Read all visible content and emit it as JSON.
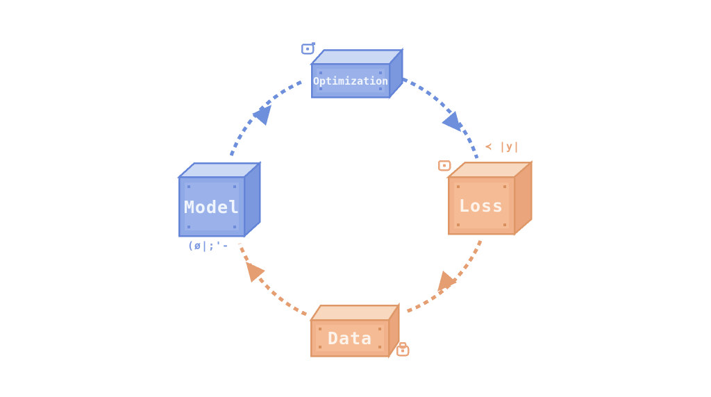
{
  "diagram": {
    "type": "cycle-diagram",
    "background": "#ffffff",
    "nodes": [
      {
        "id": "optimization",
        "label": "Optimization",
        "color_scheme": "blue",
        "position": "top"
      },
      {
        "id": "model",
        "label": "Model",
        "color_scheme": "blue",
        "position": "left"
      },
      {
        "id": "loss",
        "label": "Loss",
        "color_scheme": "orange",
        "position": "right"
      },
      {
        "id": "data",
        "label": "Data",
        "color_scheme": "orange",
        "position": "bottom"
      }
    ],
    "edges": [
      {
        "from": "model",
        "to": "optimization",
        "color_scheme": "blue",
        "style": "dotted-arc",
        "arrow": "up-right"
      },
      {
        "from": "optimization",
        "to": "loss",
        "color_scheme": "blue",
        "style": "dotted-arc",
        "arrow": "down-right"
      },
      {
        "from": "loss",
        "to": "data",
        "color_scheme": "orange",
        "style": "dotted-arc",
        "arrow": "down-left"
      },
      {
        "from": "data",
        "to": "model",
        "color_scheme": "orange",
        "style": "dotted-arc",
        "arrow": "up-left"
      }
    ],
    "annotations": [
      {
        "id": "model-note",
        "near": "model",
        "text": "(ø|;'-"
      },
      {
        "id": "loss-note",
        "near": "loss",
        "text": "≺ |y|"
      }
    ],
    "icons": [
      {
        "id": "record-icon-optimization",
        "near": "optimization",
        "depicts": "square-with-dot",
        "color_scheme": "blue"
      },
      {
        "id": "record-icon-loss",
        "near": "loss",
        "depicts": "square-with-dot",
        "color_scheme": "orange"
      },
      {
        "id": "lock-icon-data",
        "near": "data",
        "depicts": "padlock-with-dot",
        "color_scheme": "orange"
      }
    ]
  },
  "colors": {
    "blue_front": "#8fa9e6",
    "blue_panel": "#9ab1ea",
    "blue_top": "#ccd9f5",
    "blue_side": "#7b97dd",
    "blue_border": "#6484d8",
    "blue_arrow": "#6e8fdc",
    "blue_text": "#eff4fd",
    "blue_note": "#7d9ae0",
    "orange_front": "#f1b28b",
    "orange_panel": "#f4bb95",
    "orange_top": "#f8d9c0",
    "orange_side": "#eba57c",
    "orange_border": "#de9766",
    "orange_arrow": "#e59d72",
    "orange_text": "#fdf3ea",
    "orange_note": "#e8a173"
  }
}
